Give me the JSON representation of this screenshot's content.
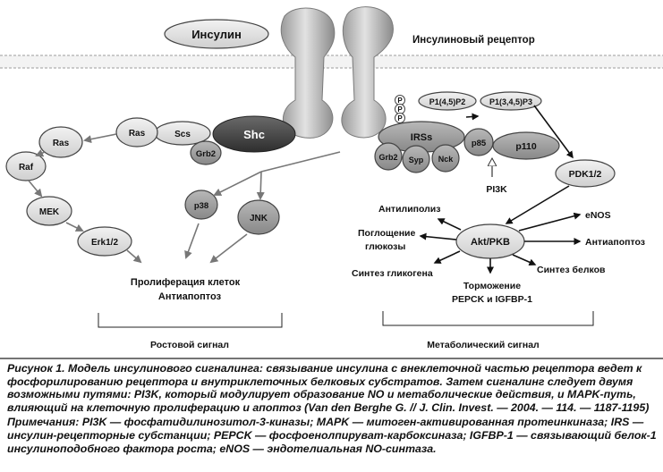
{
  "diagram": {
    "insulin": "Инсулин",
    "receptor": "Инсулиновый рецептор",
    "nodes": {
      "ras_top": "Ras",
      "scs": "Scs",
      "shc": "Shc",
      "grb2_left": "Grb2",
      "ras_left": "Ras",
      "raf": "Raf",
      "mek": "MEK",
      "erk": "Erk1/2",
      "p38": "p38",
      "jnk": "JNK",
      "irss": "IRSs",
      "grb2_right": "Grb2",
      "syp": "Syp",
      "nck": "Nck",
      "p85": "p85",
      "p110": "p110",
      "pi3k": "PI3K",
      "pip2": "P1(4,5)P2",
      "pip3": "P1(3,4,5)P3",
      "pdk": "PDK1/2",
      "akt": "Akt/PKB",
      "phospho": "P"
    },
    "outputs": {
      "antilipolysis": "Антилиполиз",
      "glucose_1": "Поглощение",
      "glucose_2": "глюкозы",
      "glycogen": "Синтез  гликогена",
      "inhibition_1": "Торможение",
      "inhibition_2": "PEPCK и IGFBP-1",
      "protein": "Синтез белков",
      "antiapoptosis_right": "Антиапоптоз",
      "enos": "eNOS",
      "proliferation": "Пролиферация клеток",
      "antiapoptosis_left": "Антиапоптоз"
    },
    "growth_signal": "Ростовой сигнал",
    "metabolic_signal": "Метаболический сигнал"
  },
  "caption": {
    "text": "Рисунок 1.  Модель инсулинового сигналинга: связывание инсулина с внеклеточной частью рецептора ведет к фосфорилированию рецептора и внутриклеточных белковых субстратов. Затем сигналинг следует двумя возможными путями: PI3K, который модулирует образование NO и метаболические действия, и MAPK-путь, влияющий на клеточную пролиферацию и апоптоз (Van den Berghe G. // J. Clin. Invest. — 2004. — 114. — 1187-1195)",
    "notes": "Примечания: PI3K — фосфатидилинозитол-3-киназы; MAPK — митоген-активированная протеинкиназа; IRS — инсулин-рецепторные субстанции; PEPCK — фосфоенолпируват-карбоксиназа; IGFBP-1 — связывающий белок-1 инсулиноподобного фактора роста; eNOS — эндотелиальная NO-синтаза."
  }
}
